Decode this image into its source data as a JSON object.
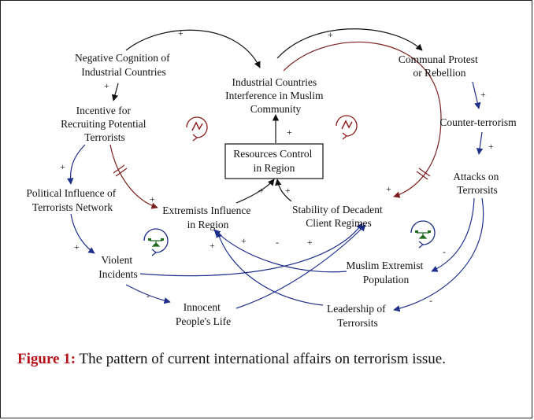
{
  "nodes": {
    "negative_cognition": [
      "Negative Cognition of",
      "Industrial Countries"
    ],
    "industrial_interference": [
      "Industrial Countries",
      "Interference in Muslim",
      "Community"
    ],
    "communal_protest": [
      "Communal Protest",
      "or Rebellion"
    ],
    "incentive_recruiting": [
      "Incentive for",
      "Recruiting Potential",
      "Terrorists"
    ],
    "counter_terrorism": [
      "Counter-terrorism"
    ],
    "resources_control": [
      "Resources Control",
      "in Region"
    ],
    "attacks_on_terrorists": [
      "Attacks on",
      "Terrorsits"
    ],
    "political_influence": [
      "Political Influence of",
      "Terrorists Network"
    ],
    "extremists_influence": [
      "Extremists Influence",
      "in Region"
    ],
    "stability_regimes": [
      "Stability of Decadent",
      "Client Regimes"
    ],
    "violent_incidents": [
      "Violent",
      "Incidents"
    ],
    "muslim_extremist_population": [
      "Muslim Extremist",
      "Population"
    ],
    "innocent_life": [
      "Innocent",
      "People's Life"
    ],
    "leadership_terrorists": [
      "Leadership of",
      "Terrorsits"
    ]
  },
  "signs": {
    "negcog_interference": "+",
    "interference_protest": "+",
    "negcog_incentive": "+",
    "resources_interference": "+",
    "protest_counter": "+",
    "counter_attacks": "+",
    "incentive_political": "+",
    "incentive_extremists": "+",
    "extremists_resources": "+",
    "stability_resources": "+",
    "interference_stability": "+",
    "political_violent": "+",
    "violent_stability": "-",
    "violent_innocent": "-",
    "innocent_stability": "+",
    "population_extremists": "+",
    "attacks_population": "-",
    "attacks_leadership": "-",
    "leadership_extremists": "+"
  },
  "colors": {
    "black_link": "#111111",
    "red_link": "#7a1f1f",
    "blue_link": "#1f2f8a",
    "reinforcing_loop": "#8b1a1a",
    "balancing_loop": "#1f2f8a",
    "balance_icon": "#1e6b1e"
  },
  "loop_icons": [
    "reinforcing-loop-icon",
    "reinforcing-loop-icon",
    "balancing-loop-icon",
    "balancing-loop-icon"
  ],
  "caption": {
    "label": "Figure 1:",
    "text": " The pattern of current international affairs on terrorism issue."
  }
}
